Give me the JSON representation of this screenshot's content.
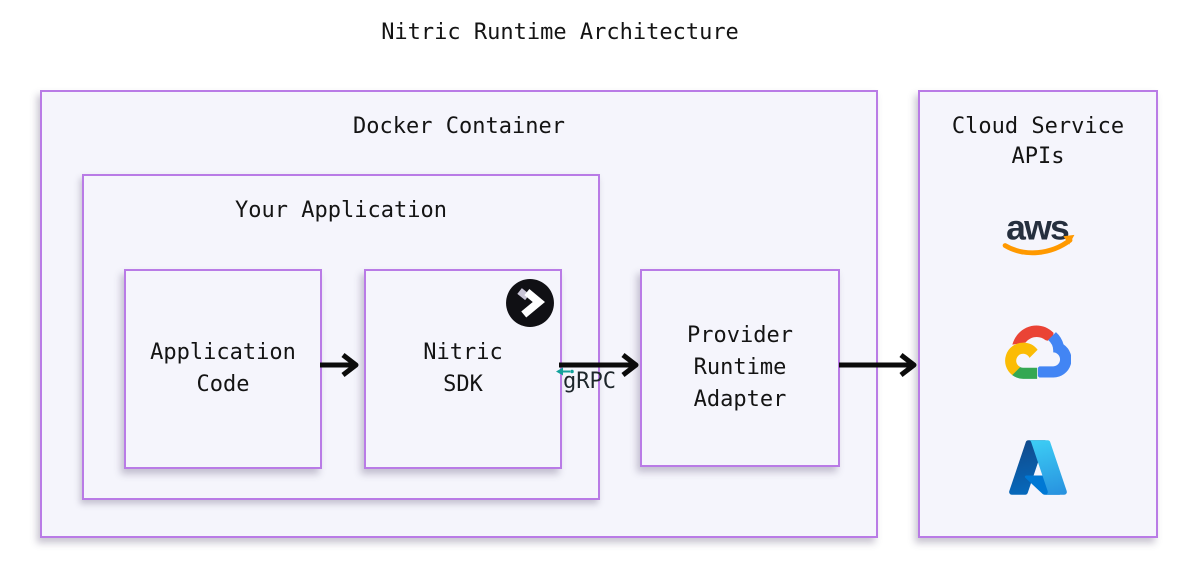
{
  "title": "Nitric Runtime Architecture",
  "docker_container": {
    "label": "Docker Container"
  },
  "your_application": {
    "label": "Your Application"
  },
  "application_code": {
    "lines": [
      "Application",
      "Code"
    ]
  },
  "nitric_sdk": {
    "lines": [
      "Nitric",
      "SDK"
    ],
    "badge_icon": "nitric-logo"
  },
  "provider_runtime_adapter": {
    "lines": [
      "Provider",
      "Runtime",
      "Adapter"
    ]
  },
  "grpc": {
    "label": "gRPC",
    "icon": "grpc-arrow-icon"
  },
  "cloud_service_apis": {
    "label_lines": [
      "Cloud Service",
      "APIs"
    ],
    "aws_wordmark": "aws",
    "provider_icons": [
      "aws-icon",
      "google-cloud-icon",
      "azure-icon"
    ]
  },
  "colors": {
    "box_border": "#b97be6",
    "box_fill": "#f5f5fc",
    "arrow": "#0b0b0b",
    "text": "#141414",
    "aws_text": "#252f3e",
    "aws_swoosh": "#ff9900",
    "grpc_teal": "#12a19b",
    "nitric_badge_bg": "#101014",
    "gcp_red": "#EA4335",
    "gcp_blue": "#4285F4",
    "gcp_green": "#34A853",
    "gcp_yellow": "#FBBC05",
    "azure_blue": "#0078d4"
  }
}
